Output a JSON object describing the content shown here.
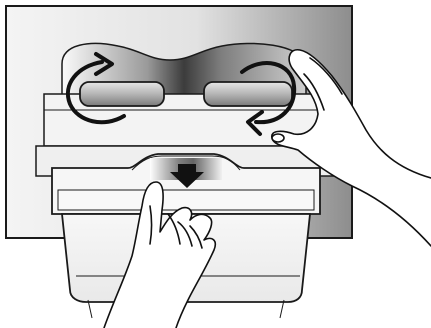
{
  "figure": {
    "subject": "scanner-tray-removal-instruction",
    "steps": [
      {
        "action": "rotate-knobs-outward",
        "icon": "rotate-arrow-icon",
        "count": 2
      },
      {
        "action": "pull-tray-down",
        "icon": "arrow-down-icon"
      }
    ],
    "colors": {
      "line": "#1a1a1a",
      "casing_light": "#f2f2f2",
      "casing_dark": "#8a8a8a",
      "knob_dark": "#3a3a3a",
      "knob_light": "#d9d9d9",
      "tray": "#f4f4f4",
      "skin": "#ffffff"
    }
  }
}
